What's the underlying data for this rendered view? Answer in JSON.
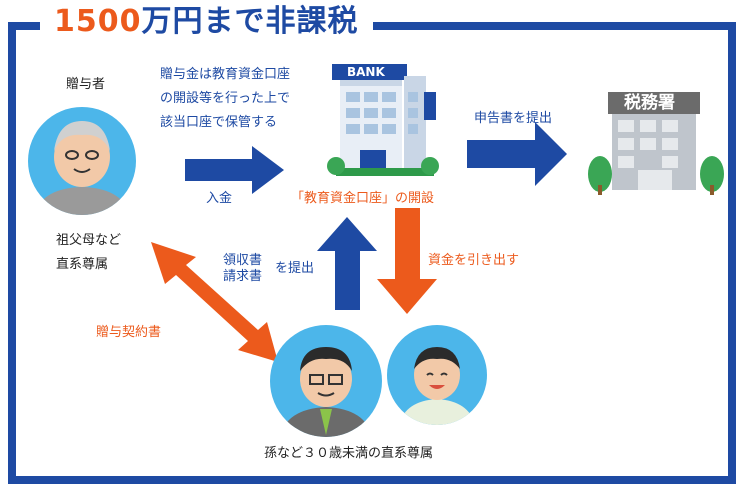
{
  "title": {
    "number": "1500",
    "rest": "万円まで非課税"
  },
  "giver": {
    "label": "贈与者",
    "sub1": "祖父母など",
    "sub2": "直系尊属"
  },
  "deposit_note": {
    "line1": "贈与金は教育資金口座",
    "line2": "の開設等を行った上で",
    "line3": "該当口座で保管する"
  },
  "deposit_label": "入金",
  "bank": {
    "sign": "BANK",
    "caption": "「教育資金口座」の開設"
  },
  "tax_office": {
    "label": "税務署"
  },
  "report_label": "申告書を提出",
  "receipt": {
    "line1": "領収書",
    "line2": "請求書",
    "suffix": "を提出"
  },
  "withdraw_label": "資金を引き出す",
  "contract_label": "贈与契約書",
  "recipient_label": "孫など３０歳未満の直系尊属",
  "colors": {
    "blue": "#1e4aa3",
    "orange": "#ec5a1c",
    "sky": "#4cb6ea"
  }
}
